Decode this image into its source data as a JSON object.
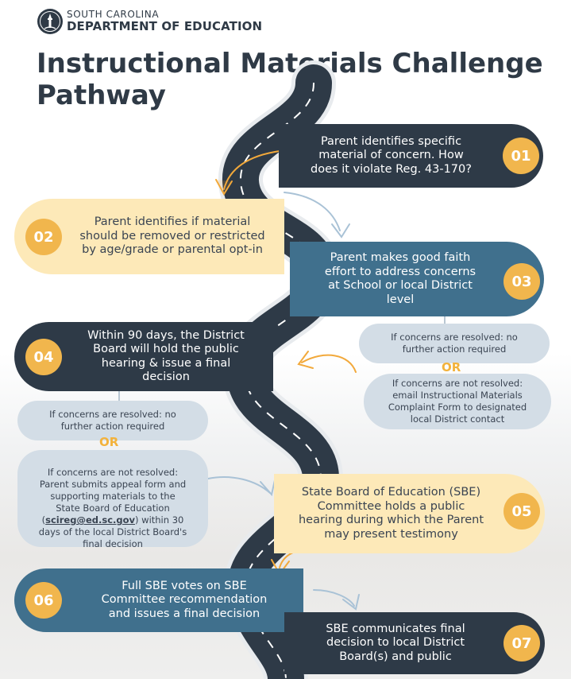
{
  "header": {
    "org_line1": "SOUTH CAROLINA",
    "org_line2": "DEPARTMENT OF EDUCATION",
    "title": "Instructional Materials Challenge Pathway"
  },
  "steps": [
    {
      "number": "01",
      "text": "Parent identifies specific\nmaterial of concern. How\ndoes it violate Reg. 43-170?"
    },
    {
      "number": "02",
      "text": "Parent identifies if material\nshould be removed or restricted\nby age/grade or parental opt-in"
    },
    {
      "number": "03",
      "text": "Parent makes good faith\neffort to address concerns\nat School or local District\nlevel"
    },
    {
      "number": "04",
      "text": "Within 90 days, the District\nBoard will hold the public\nhearing & issue a final\ndecision"
    },
    {
      "number": "05",
      "text": "State Board of Education (SBE)\nCommittee holds a public\nhearing during which the Parent\nmay present testimony"
    },
    {
      "number": "06",
      "text": "Full SBE votes on SBE\nCommittee recommendation\nand issues a final decision"
    },
    {
      "number": "07",
      "text": "SBE communicates final\ndecision to local District\nBoard(s) and public"
    }
  ],
  "after_03": {
    "resolved": "If concerns are resolved: no\nfurther action required",
    "or": "OR",
    "not_resolved": "If concerns are not resolved:\nemail Instructional Materials\nComplaint Form to designated\nlocal District contact"
  },
  "after_04": {
    "resolved": "If concerns are resolved: no\nfurther action required",
    "or": "OR",
    "not_resolved_part1": "If concerns are not resolved:\nParent submits appeal form and\nsupporting materials to  the\nState Board of Education\n(",
    "email": "scireg@ed.sc.gov",
    "not_resolved_part2": ") within 30\ndays of the local District Board's\nfinal decision"
  },
  "colors": {
    "dark": "#2e3a47",
    "teal": "#40708d",
    "cream": "#fde9b8",
    "gold": "#f1b64d",
    "note": "#d3dde6",
    "arrow": "#f2a93b",
    "light_arrow": "#a9c2d6"
  }
}
